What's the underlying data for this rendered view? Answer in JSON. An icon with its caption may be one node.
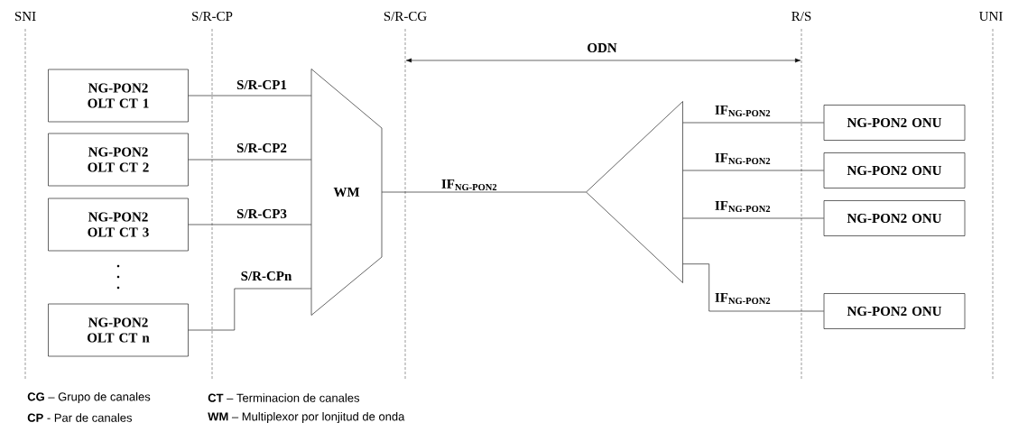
{
  "diagram": {
    "nodes": [
      {
        "text": [
          "NG-PON2 OLT CT 1"
        ]
      },
      {
        "text": [
          "NG-PON2 OLT CT 2"
        ]
      },
      {
        "text": [
          "NG-PON2 OLT CT 3"
        ]
      },
      {
        "text": [
          "NG-PON2 OLT CT n"
        ]
      },
      {
        "text": [
          "WM"
        ]
      },
      {
        "text": [],
        "shape": "triangle"
      },
      {
        "text": [
          "NG-PON2 ONU"
        ]
      },
      {
        "text": [
          "NG-PON2 ONU"
        ]
      },
      {
        "text": [
          "NG-PON2 ONU"
        ]
      },
      {
        "text": [
          "NG-PON2 ONU"
        ]
      }
    ],
    "edges": [
      {
        "from": 0,
        "to": 4,
        "arrow": "none",
        "label": "S/R-CP1"
      },
      {
        "from": 1,
        "to": 4,
        "arrow": "none",
        "label": "S/R-CP2"
      },
      {
        "from": 2,
        "to": 4,
        "arrow": "none",
        "label": "S/R-CP3"
      },
      {
        "from": 3,
        "to": 4,
        "arrow": "none",
        "label": "S/R-CPn"
      },
      {
        "from": 4,
        "to": 5,
        "arrow": "none",
        "label": "IF$_{NG-PON2}$"
      },
      {
        "from": 5,
        "to": 6,
        "arrow": "none",
        "label": "IF$_{NG-PON2}$"
      },
      {
        "from": 5,
        "to": 7,
        "arrow": "none",
        "label": "IF$_{NG-PON2}$"
      },
      {
        "from": 5,
        "to": 8,
        "arrow": "none",
        "label": "IF$_{NG-PON2}$"
      },
      {
        "from": 5,
        "to": 9,
        "arrow": "none",
        "label": "IF$_{NG-PON2}$"
      }
    ],
    "labels": [
      "SNI",
      "S/R-CP",
      "S/R-CG",
      "R/S",
      "UNI",
      "ODN",
      "**CG** – Grupo de canales",
      "**CT** – Terminacion de canales",
      "**CP** - Par de canales",
      "**WM** – Multiplexor por lonjitud de onda"
    ]
  }
}
